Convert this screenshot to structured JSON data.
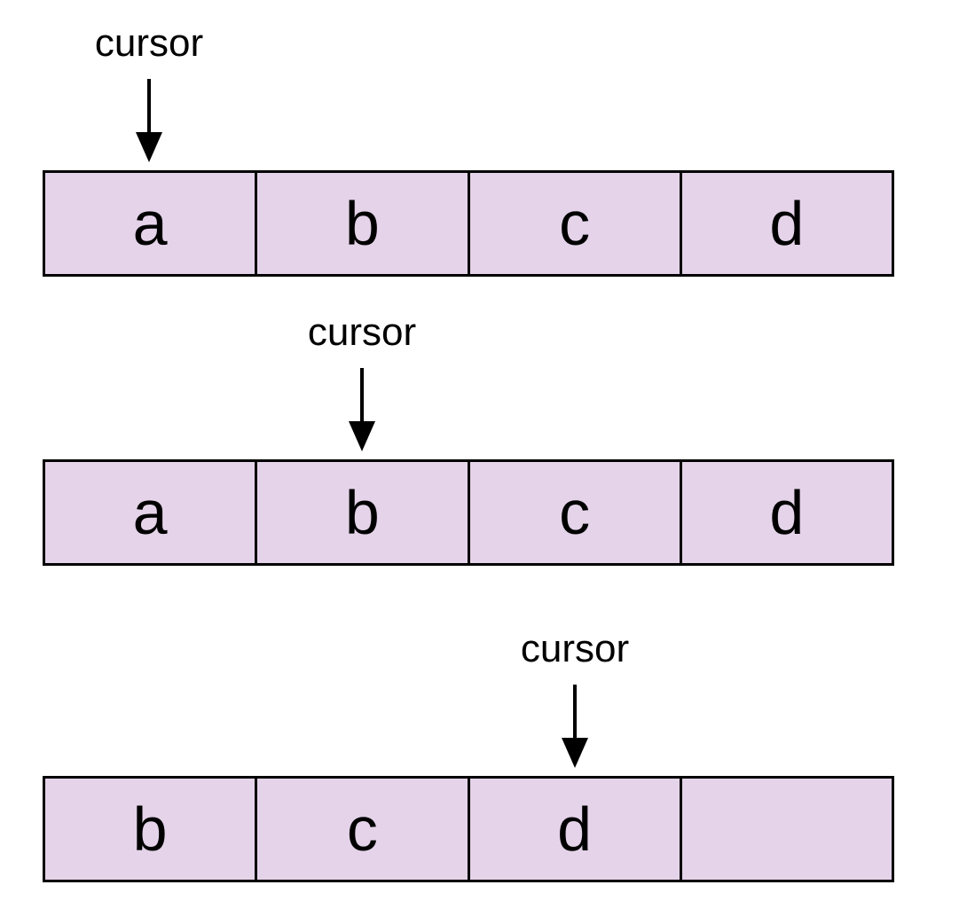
{
  "colors": {
    "background": "#ffffff",
    "cell_fill": "#e4d3e9",
    "border": "#000000",
    "text": "#000000"
  },
  "diagrams": [
    {
      "label": "cursor",
      "cursor_cell_index": 0,
      "cells": [
        "a",
        "b",
        "c",
        "d"
      ]
    },
    {
      "label": "cursor",
      "cursor_cell_index": 1,
      "cells": [
        "a",
        "b",
        "c",
        "d"
      ]
    },
    {
      "label": "cursor",
      "cursor_cell_index": 2,
      "cells": [
        "b",
        "c",
        "d",
        ""
      ]
    }
  ]
}
